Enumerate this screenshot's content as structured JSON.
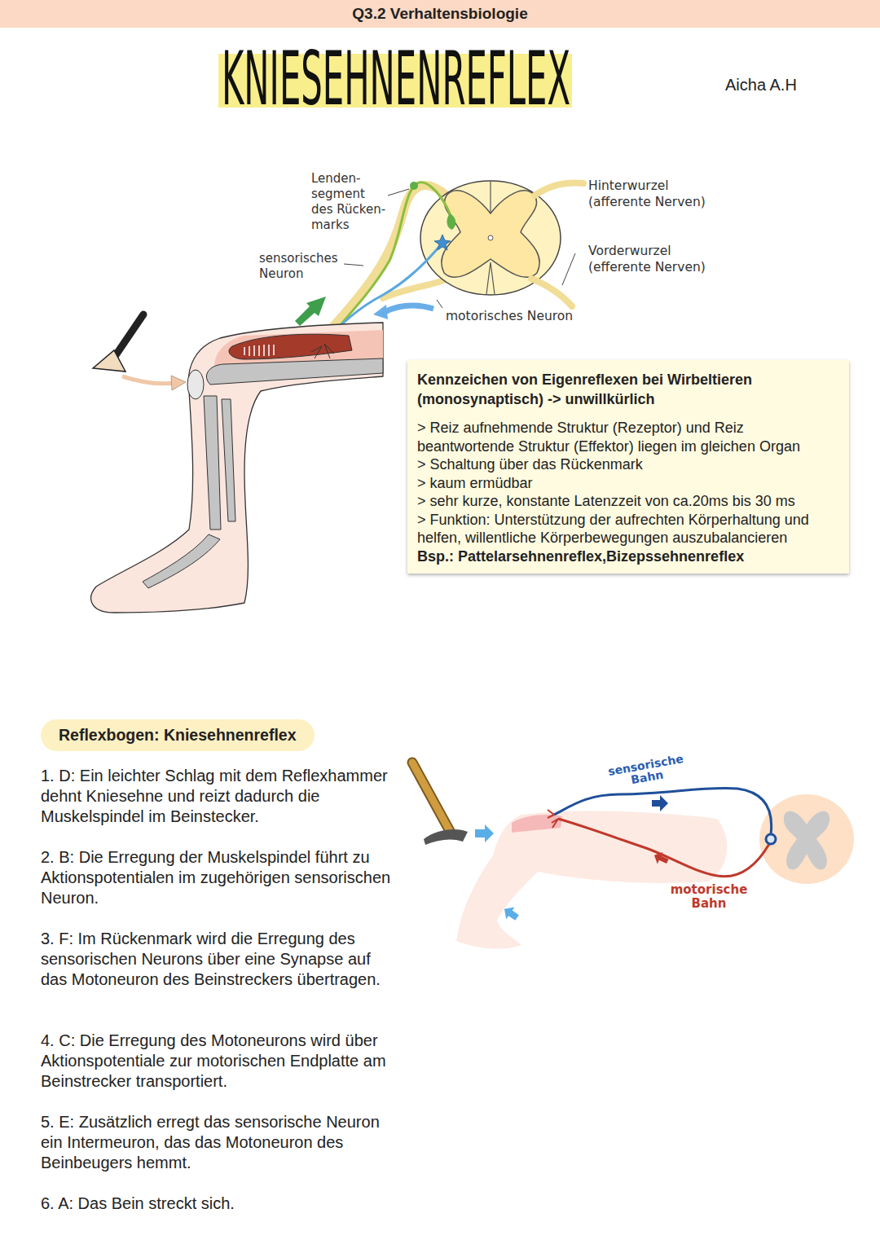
{
  "diagram": {
    "title": "KNIESEHNENREFLEX",
    "nodes": [
      {
        "text": [
          "Q3.2 Verhaltensbiologie"
        ]
      },
      {
        "text": [
          "Kennzeichen von Eigenreflexen bei Wirbeltieren (monosynaptisch) -> unwillkürlich",
          "> Reiz aufnehmende Struktur (Rezeptor) und Reiz beantwortende Struktur (Effektor) liegen im gleichen Organ",
          "> Schaltung über das Rückenmark",
          "> kaum ermüdbar",
          "> sehr kurze, konstante Latenzzeit von ca.20ms bis 30 ms",
          "> Funktion: Unterstützung der aufrechten Körperhaltung und helfen, willentliche Körperbewegungen auszubalancieren",
          "Bsp.: Pattelarsehnenreflex,Bizepssehnenreflex"
        ]
      },
      {
        "text": [
          "Reflexbogen: Kniesehnenreflex"
        ]
      }
    ],
    "labels": [
      "Aicha A.H",
      "Lenden- segment des Rücken- marks",
      "Hinterwurzel (afferente Nerven)",
      "sensorisches Neuron",
      "Vorderwurzel (efferente Nerven)",
      "motorisches Neuron",
      "1. D: Ein leichter Schlag mit dem Reflexhammer dehnt Kniesehne und reizt dadurch die Muskelspindel im Beinstecker.",
      "2. B: Die Erregung der Muskelspindel führt zu Aktionspotentialen im zugehörigen sensorischen Neuron.",
      "3. F: Im Rückenmark wird die Erregung des sensorischen Neurons über eine Synapse auf das Motoneuron des Beinstreckers übertragen.",
      "4. C: Die Erregung des Motoneurons wird über Aktionspotentiale zur motorischen Endplatte am Beinstrecker transportiert.",
      "5. E: Zusätzlich erregt das sensorische Neuron ein Intermeuron, das das Motoneuron des Beinbeugers hemmt.",
      "6. A: Das Bein streckt sich.",
      "sensorische Bahn",
      "motorische Bahn"
    ]
  }
}
